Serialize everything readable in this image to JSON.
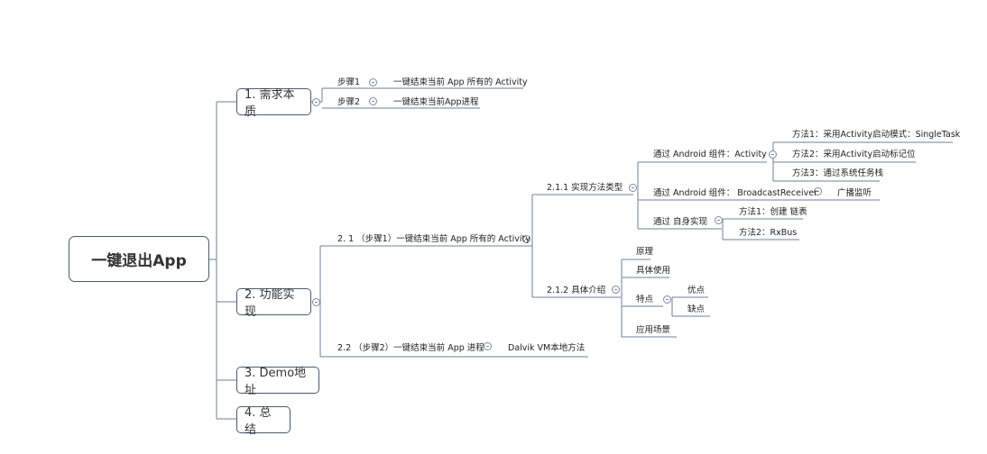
{
  "root": "一键退出App",
  "branches": {
    "b1": "1. 需求本质",
    "b2": "2. 功能实现",
    "b3": "3. Demo地址",
    "b4": "4. 总结"
  },
  "need": {
    "step1_label": "步骤1",
    "step1_text": "一键结束当前 App 所有的 Activity",
    "step2_label": "步骤2",
    "step2_text": "一键结束当前App进程"
  },
  "impl": {
    "n21": "2. 1 （步骤1）一键结束当前 App 所有的 Activity",
    "n211": "2.1.1 实现方法类型",
    "via_activity": "通过 Android 组件：Activity",
    "m1": "方法1：采用Activity启动模式：SingleTask",
    "m2": "方法2：采用Activity启动标记位",
    "m3": "方法3：通过系统任务栈",
    "via_broadcast": "通过 Android 组件： BroadcastReceiver",
    "broadcast_listen": "广播监听",
    "via_self": "通过 自身实现",
    "s1": "方法1：创建 链表",
    "s2": "方法2：RxBus",
    "n212": "2.1.2 具体介绍",
    "principle": "原理",
    "usage": "具体使用",
    "features": "特点",
    "pros": "优点",
    "cons": "缺点",
    "scenarios": "应用场景",
    "n22": "2.2 （步骤2）一键结束当前 App 进程",
    "dalvik": "Dalvik VM本地方法"
  },
  "colors": {
    "line": "#6f7f96",
    "border": "#4a5a72",
    "text": "#222222"
  }
}
